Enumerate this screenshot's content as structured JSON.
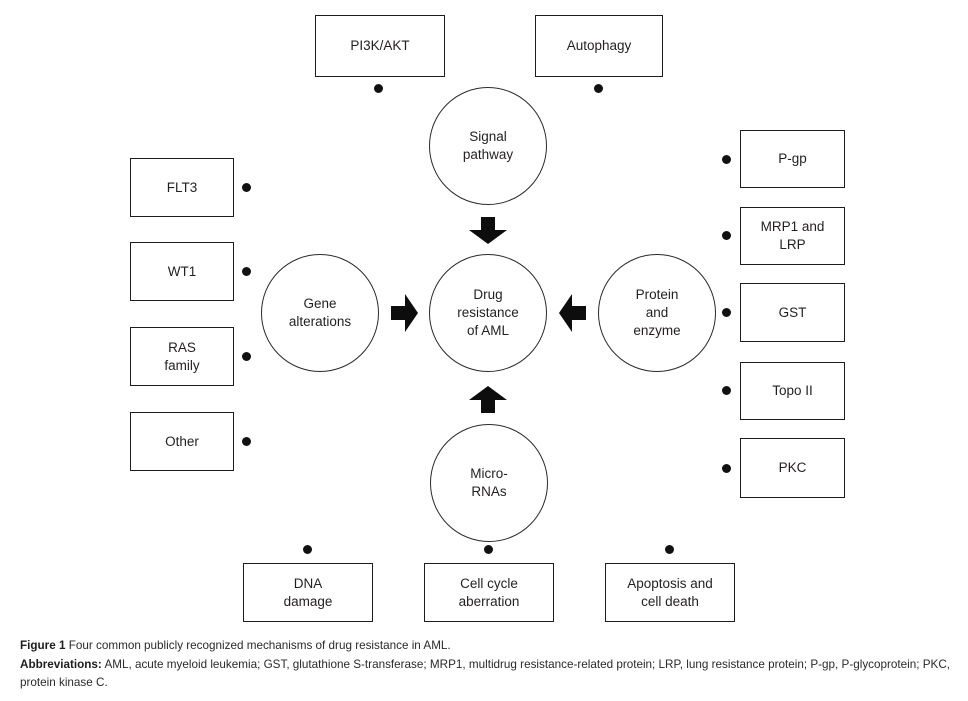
{
  "diagram": {
    "circles": {
      "top": {
        "label": "Signal\npathway"
      },
      "left": {
        "label": "Gene\nalterations"
      },
      "center": {
        "label": "Drug\nresistance\nof AML"
      },
      "right": {
        "label": "Protein\nand\nenzyme"
      },
      "bottom": {
        "label": "Micro-\nRNAs"
      }
    },
    "boxes": {
      "top": [
        {
          "label": "PI3K/AKT"
        },
        {
          "label": "Autophagy"
        }
      ],
      "left": [
        {
          "label": "FLT3"
        },
        {
          "label": "WT1"
        },
        {
          "label": "RAS\nfamily"
        },
        {
          "label": "Other"
        }
      ],
      "right": [
        {
          "label": "P-gp"
        },
        {
          "label": "MRP1 and\nLRP"
        },
        {
          "label": "GST"
        },
        {
          "label": "Topo II"
        },
        {
          "label": "PKC"
        }
      ],
      "bottom": [
        {
          "label": "DNA\ndamage"
        },
        {
          "label": "Cell cycle\naberration"
        },
        {
          "label": "Apoptosis and\ncell death"
        }
      ]
    },
    "colors": {
      "stroke": "#1c1c1c",
      "arrow_fill": "#0d0d0d",
      "text": "#231f20",
      "background": "#ffffff"
    }
  },
  "caption": {
    "figure_label": "Figure 1",
    "figure_text": "Four common publicly recognized mechanisms of drug resistance in AML.",
    "abbreviations_label": "Abbreviations:",
    "abbreviations_text": "AML, acute myeloid leukemia; GST, glutathione S-transferase; MRP1, multidrug resistance-related protein; LRP, lung resistance protein; P-gp, P-glycoprotein; PKC, protein kinase C."
  }
}
